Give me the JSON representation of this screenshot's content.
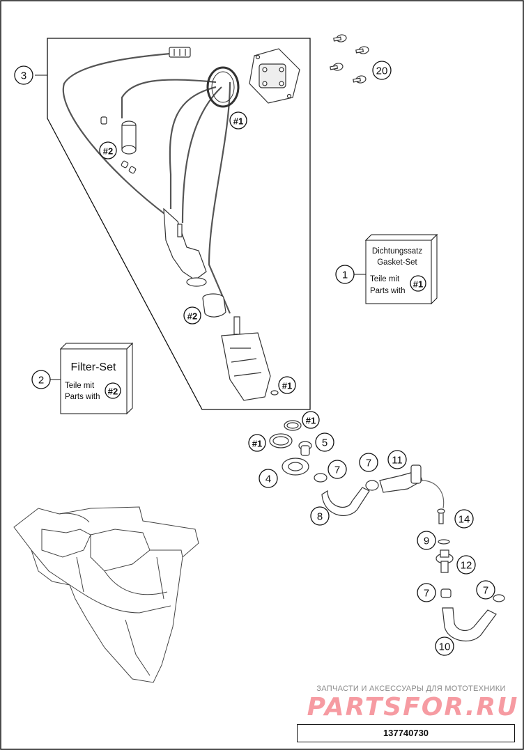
{
  "callouts": {
    "c1": "1",
    "c2": "2",
    "c3": "3",
    "c4": "4",
    "c5": "5",
    "c7": "7",
    "c8": "8",
    "c9": "9",
    "c10": "10",
    "c11": "11",
    "c12": "12",
    "c14": "14",
    "c20": "20"
  },
  "refs": {
    "r1": "#1",
    "r2": "#2"
  },
  "gasket_box": {
    "line1": "Dichtungssatz",
    "line2": "Gasket-Set",
    "line3": "Teile mit",
    "line4": "Parts with"
  },
  "filter_box": {
    "title": "Filter-Set",
    "line3": "Teile mit",
    "line4": "Parts with"
  },
  "watermark": {
    "caption": "ЗАПЧАСТИ И АКСЕССУАРЫ ДЛЯ МОТОТЕХНИКИ",
    "logo": "PARTSFOR.RU"
  },
  "diagram_code": "137740730"
}
